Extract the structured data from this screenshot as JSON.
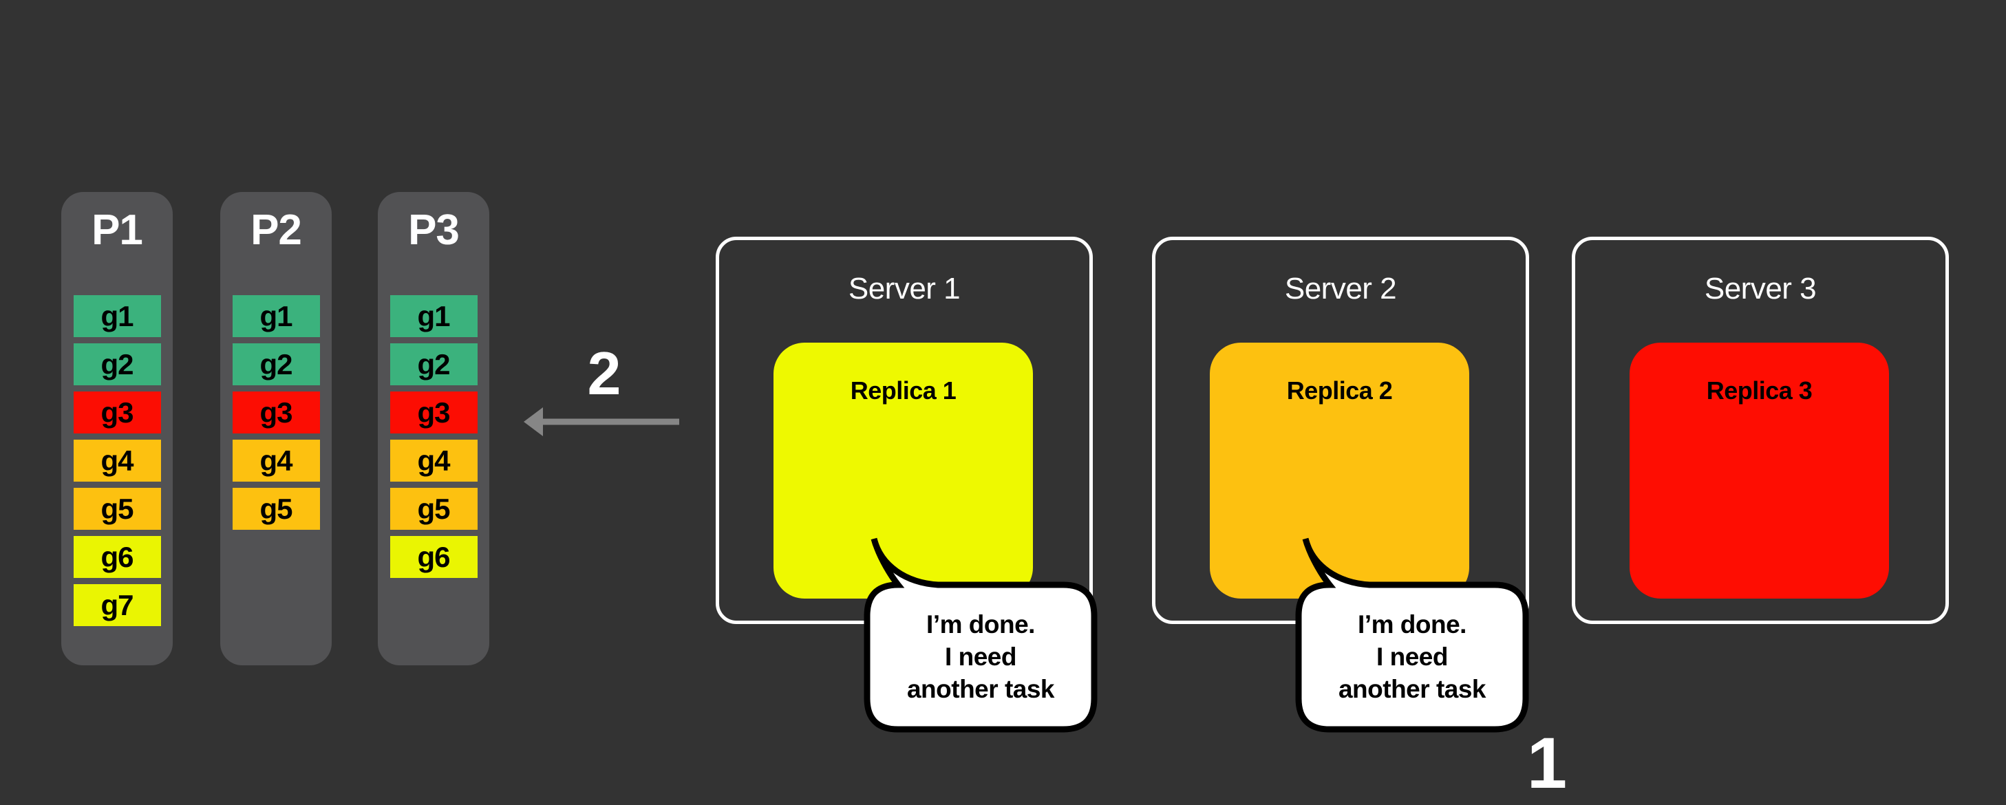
{
  "colors": {
    "background": "#333333",
    "partition_bg": "#525254",
    "task_green": "#3BB27D",
    "task_red": "#FC0D03",
    "task_amber": "#FDC110",
    "task_yellow": "#EAF502",
    "arrow_gray": "#868686",
    "server_border": "#FFFFFF",
    "bubble_fill": "#FFFFFF",
    "bubble_border": "#000000"
  },
  "partitions": [
    {
      "name": "P1",
      "cells": [
        {
          "label": "g1",
          "color": "#3BB27D"
        },
        {
          "label": "g2",
          "color": "#3BB27D"
        },
        {
          "label": "g3",
          "color": "#FC0D03"
        },
        {
          "label": "g4",
          "color": "#FDC110"
        },
        {
          "label": "g5",
          "color": "#FDC110"
        },
        {
          "label": "g6",
          "color": "#EAF502"
        },
        {
          "label": "g7",
          "color": "#EAF502"
        }
      ]
    },
    {
      "name": "P2",
      "cells": [
        {
          "label": "g1",
          "color": "#3BB27D"
        },
        {
          "label": "g2",
          "color": "#3BB27D"
        },
        {
          "label": "g3",
          "color": "#FC0D03"
        },
        {
          "label": "g4",
          "color": "#FDC110"
        },
        {
          "label": "g5",
          "color": "#FDC110"
        }
      ]
    },
    {
      "name": "P3",
      "cells": [
        {
          "label": "g1",
          "color": "#3BB27D"
        },
        {
          "label": "g2",
          "color": "#3BB27D"
        },
        {
          "label": "g3",
          "color": "#FC0D03"
        },
        {
          "label": "g4",
          "color": "#FDC110"
        },
        {
          "label": "g5",
          "color": "#FDC110"
        },
        {
          "label": "g6",
          "color": "#EAF502"
        }
      ]
    }
  ],
  "servers": [
    {
      "title": "Server 1",
      "replica": {
        "label": "Replica 1",
        "color": "#EEF900"
      }
    },
    {
      "title": "Server 2",
      "replica": {
        "label": "Replica 2",
        "color": "#FDC110"
      }
    },
    {
      "title": "Server 3",
      "replica": {
        "label": "Replica 3",
        "color": "#FE0D02"
      }
    }
  ],
  "speech_bubbles": [
    {
      "lines": [
        "I’m done.",
        "I need",
        "another task"
      ]
    },
    {
      "lines": [
        "I’m done.",
        "I need",
        "another task"
      ]
    }
  ],
  "steps": {
    "arrow_label": "2",
    "bottom_right_label": "1"
  }
}
